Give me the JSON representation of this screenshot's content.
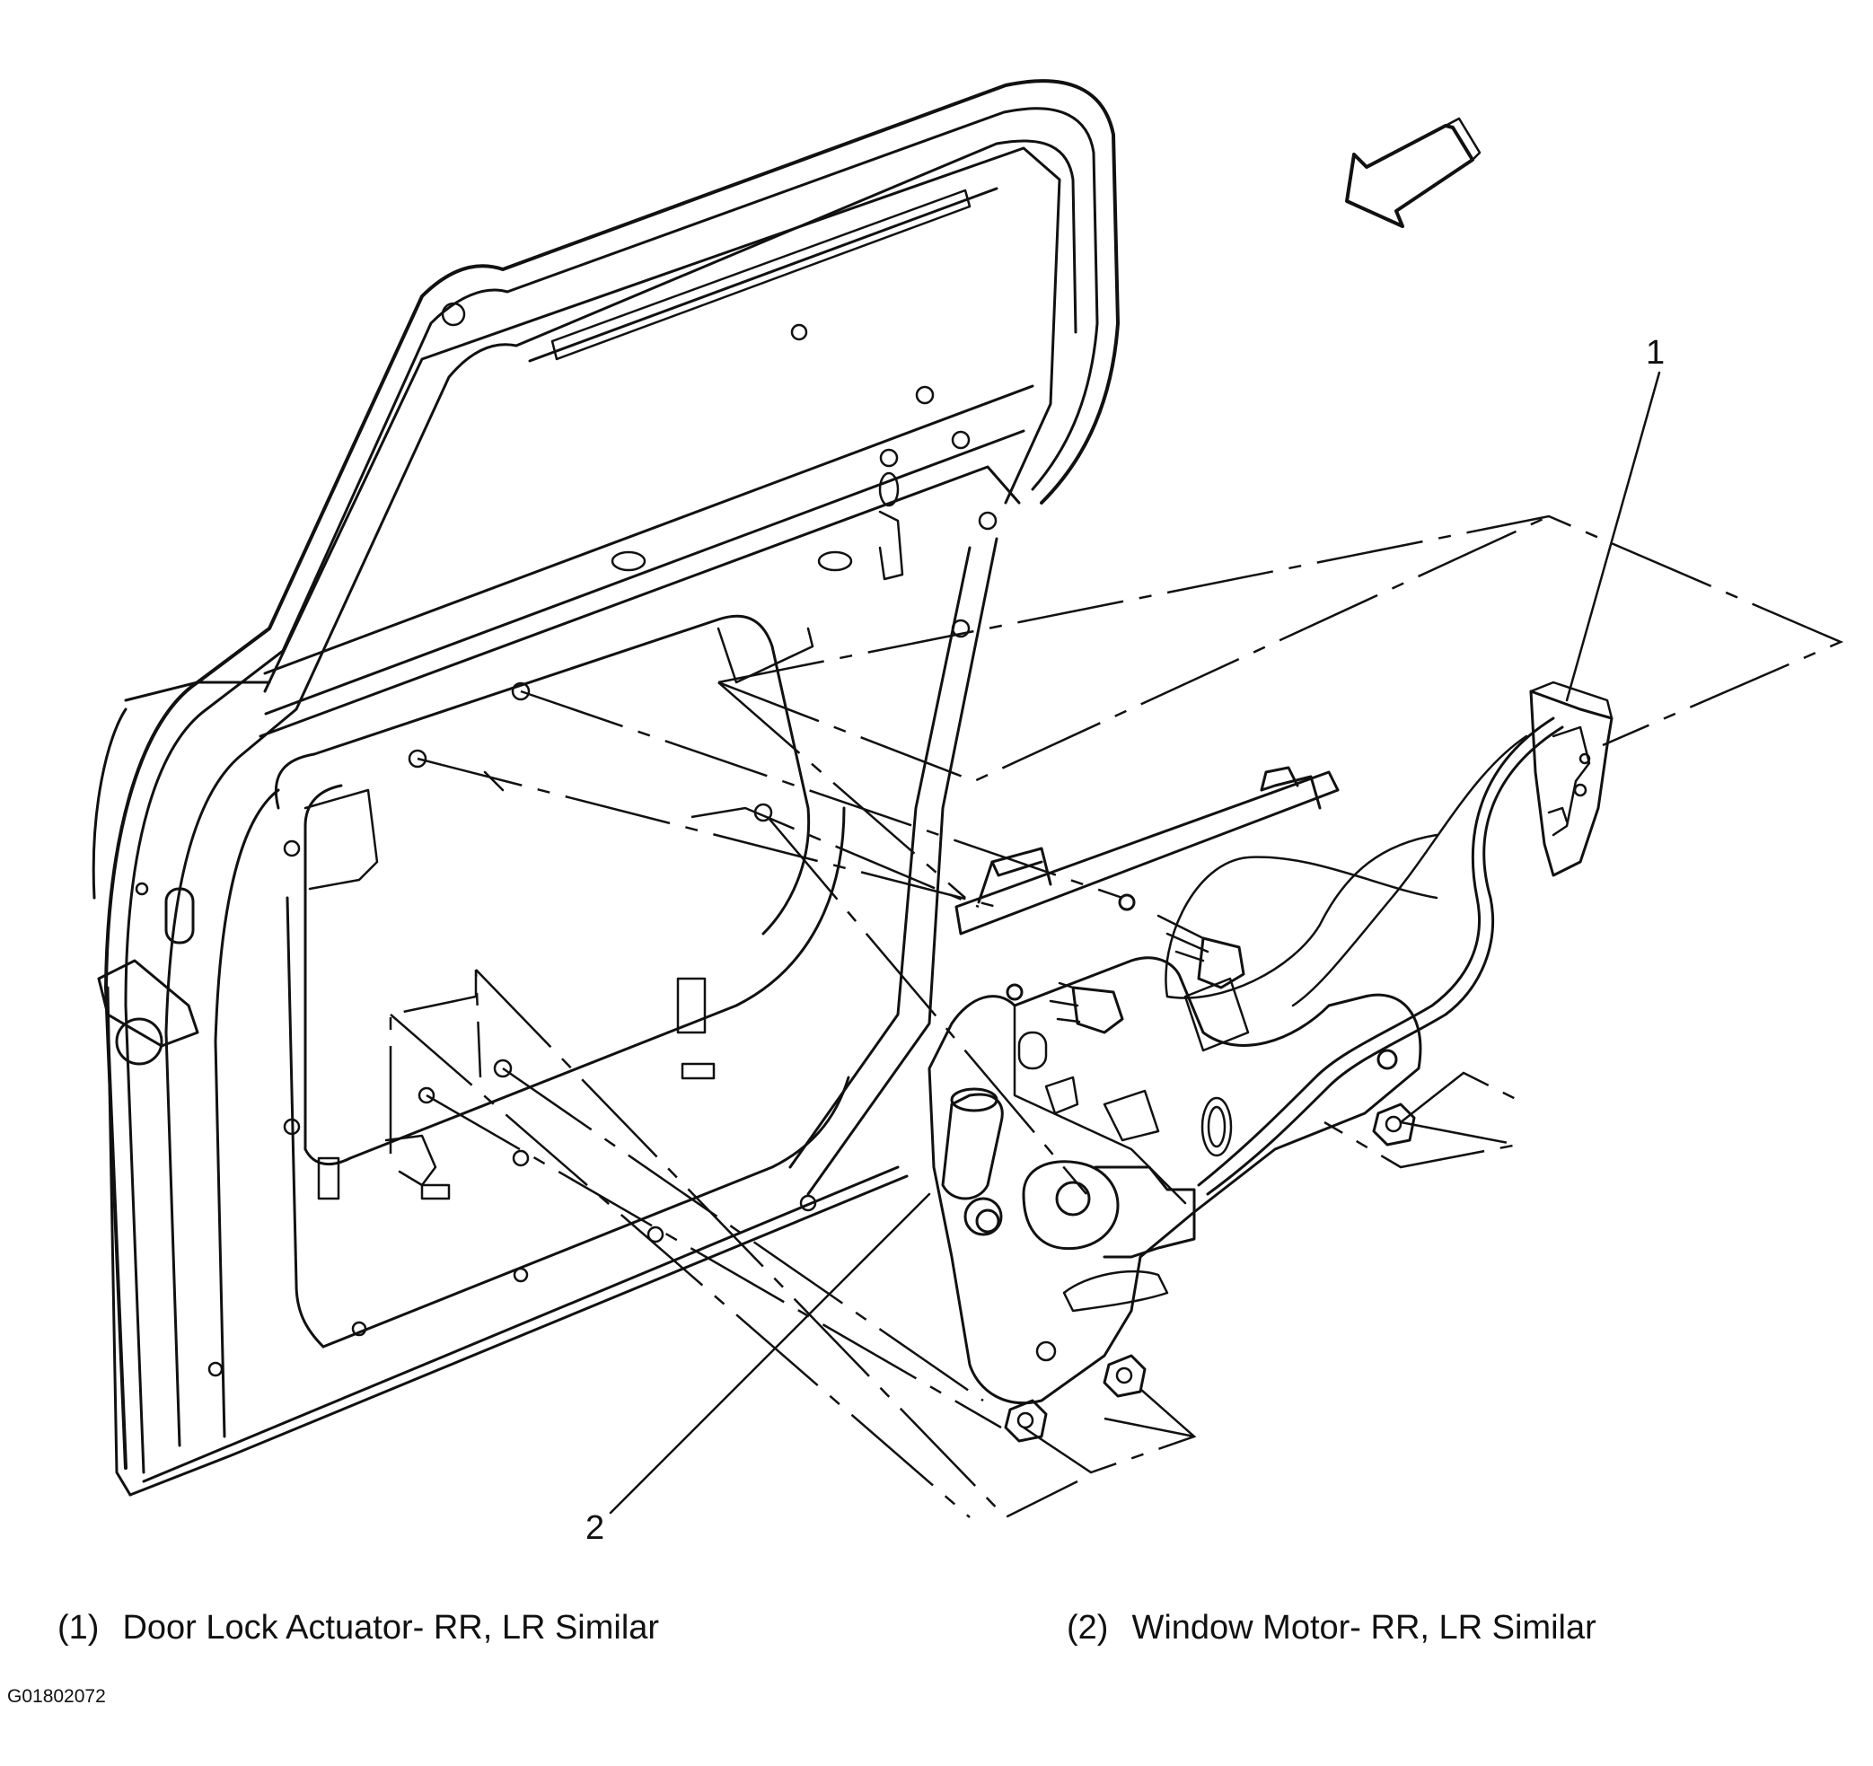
{
  "callouts": [
    {
      "number": "1",
      "text": "Door Lock Actuator- RR, LR Similar"
    },
    {
      "number": "2",
      "text": "Window Motor- RR, LR Similar"
    }
  ],
  "figure_id": "G01802072",
  "icons": {
    "direction_arrow": "arrow-forward-icon"
  }
}
